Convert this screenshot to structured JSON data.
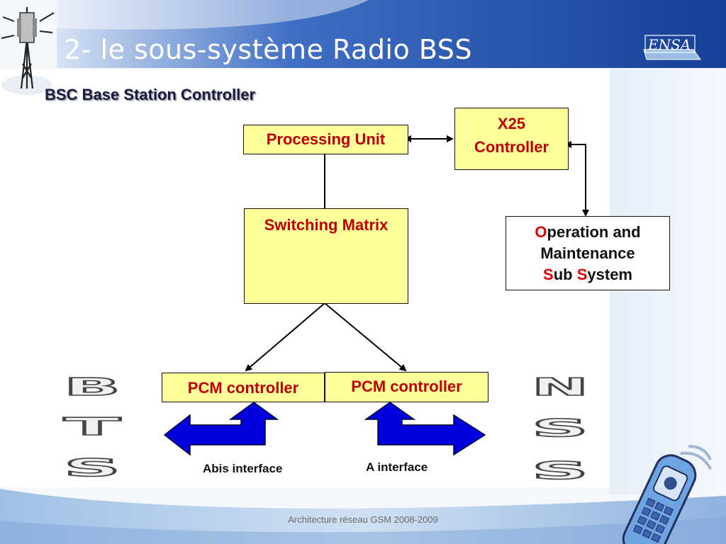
{
  "slide": {
    "title": "2- le sous-système Radio BSS",
    "subtitle": "BSC Base Station Controller",
    "footer": "Architecture réseau GSM 2008-2009",
    "logo_text": "ENSA",
    "colors": {
      "box_fill": "#ffff99",
      "box_text": "#c00000",
      "arrow_blue": "#0000dd",
      "title_bar": "#1e4fa8"
    }
  },
  "diagram": {
    "processing_unit": "Processing Unit",
    "x25_line1": "X25",
    "x25_line2": "Controller",
    "switching_matrix": "Switching Matrix",
    "oms": {
      "line1_first": "O",
      "line1_rest": "peration and",
      "line2": "Maintenance",
      "line3_s1": "S",
      "line3_mid": "ub ",
      "line3_s2": "S",
      "line3_rest": "ystem"
    },
    "pcm_left": "PCM controller",
    "pcm_right": "PCM controller",
    "abis_label": "Abis interface",
    "a_label": "A interface",
    "bts_letters": [
      "B",
      "T",
      "S"
    ],
    "nss_letters": [
      "N",
      "S",
      "S"
    ]
  }
}
